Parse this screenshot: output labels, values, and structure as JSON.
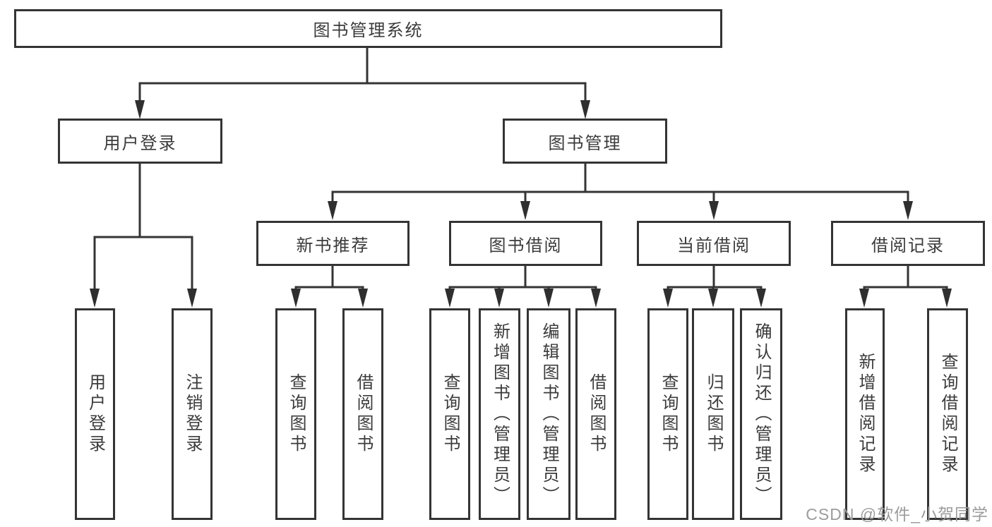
{
  "colors": {
    "line": "#343434",
    "node_text": "#3b3b3b",
    "watermark_text": "#9c9c9c",
    "background": "#ffffff"
  },
  "diagram": {
    "root": "图书管理系统",
    "user_login": {
      "label": "用户登录",
      "children": [
        "用户登录",
        "注销登录"
      ]
    },
    "book_mgmt": {
      "label": "图书管理",
      "new_book": {
        "label": "新书推荐",
        "children": [
          "查询图书",
          "借阅图书"
        ]
      },
      "book_borrow": {
        "label": "图书借阅",
        "children": [
          "查询图书",
          "新增图书（管理员）",
          "编辑图书（管理员）",
          "借阅图书"
        ]
      },
      "current_borrow": {
        "label": "当前借阅",
        "children": [
          "查询图书",
          "归还图书",
          "确认归还（管理员）"
        ]
      },
      "borrow_record": {
        "label": "借阅记录",
        "children": [
          "新增借阅记录",
          "查询借阅记录"
        ]
      }
    }
  },
  "watermark": {
    "text": "CSDN @软件_小贺同学"
  }
}
